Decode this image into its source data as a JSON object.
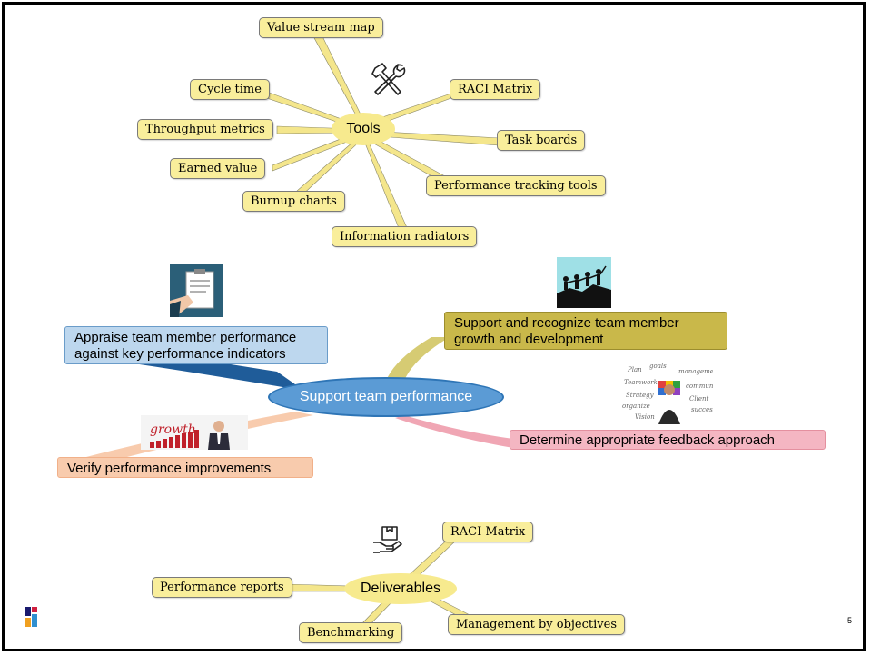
{
  "center": {
    "label": "Support team performance"
  },
  "tools": {
    "label": "Tools",
    "items": [
      "Value stream map",
      "Cycle time",
      "RACI Matrix",
      "Throughput metrics",
      "Task boards",
      "Earned value",
      "Performance tracking tools",
      "Burnup charts",
      "Information radiators"
    ]
  },
  "branches": {
    "appraise": "Appraise team member performance against key performance indicators",
    "support": "Support and recognize team member growth and development",
    "feedback": "Determine appropriate feedback approach",
    "verify": "Verify performance improvements"
  },
  "deliverables": {
    "label": "Deliverables",
    "items": [
      "RACI Matrix",
      "Performance reports",
      "Benchmarking",
      "Management by objectives"
    ]
  },
  "page_number": "5",
  "icons": {
    "tools": "hammer-wrench-icon",
    "deliverables": "hand-box-icon",
    "appraise": "clipboard-review-icon",
    "support": "team-climb-icon",
    "feedback": "word-cloud-person-icon",
    "verify": "growth-chart-icon"
  },
  "colors": {
    "tag_fill": "#f9ee9b",
    "main_hub": "#5b9bd5",
    "appraise_box": "#bdd7ee",
    "support_box": "#c9b84a",
    "feedback_box": "#f4b6c2",
    "verify_box": "#f8cbad"
  }
}
